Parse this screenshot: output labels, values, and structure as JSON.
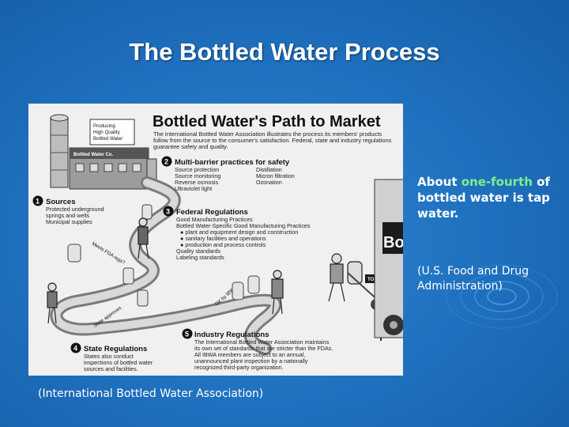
{
  "slide": {
    "title": "The Bottled Water Process",
    "side_text": {
      "prefix": "About ",
      "highlight": "one-fourth",
      "suffix": " of bottled water is tap water.",
      "highlight_color": "#7cf08a"
    },
    "source_note": "(U.S. Food and Drug Administration)",
    "caption": "(International Bottled Water Association)"
  },
  "poster": {
    "title": "Bottled Water's Path to Market",
    "intro": [
      "The International Bottled Water Association illustrates the process its members' products",
      "follow from the source to the consumer's satisfaction. Federal, state and industry regulations",
      "guarantee safety and quality."
    ],
    "factory_sign": "Bottled Water Co.",
    "billboard": [
      "Producing",
      "High Quality",
      "Bottled Water"
    ],
    "steps": {
      "s1": {
        "num": "1",
        "title": "Sources",
        "lines": [
          "Protected underground",
          "springs and wells",
          "Municipal supplies"
        ]
      },
      "s2": {
        "num": "2",
        "title": "Multi-barrier practices for safety",
        "col_left": [
          "Source protection",
          "Source monitoring",
          "Reverse osmosis",
          "Ultraviolet light"
        ],
        "col_right": [
          "Distillation",
          "Micron filtration",
          "Ozonation"
        ]
      },
      "s3": {
        "num": "3",
        "title": "Federal Regulations",
        "lines": [
          "Good Manufacturing Practices",
          "Bottled Water-Specific Good Manufacturing Practices",
          "● plant and equipment design and construction",
          "● sanitary facilities and operations",
          "● production and process controls",
          "Quality standards",
          "Labeling standards"
        ]
      },
      "s4": {
        "num": "4",
        "title": "State Regulations",
        "lines": [
          "States also conduct",
          "inspections of bottled water",
          "sources and facilities."
        ]
      },
      "s5": {
        "num": "5",
        "title": "Industry Regulations",
        "lines": [
          "The International Bottled Water Association maintains",
          "its own set of standards that are stricter than the FDAs.",
          "All IBWA members are subject to an annual,",
          "unannounced plant inspection by a nationally",
          "recognized third-party organization."
        ]
      }
    },
    "path_labels": {
      "fda": "Meets FDA regs?",
      "state": "State approves",
      "ibwa": "OK by IBWA?"
    },
    "market_sign": "TO MARKET",
    "truck_text": "Bo"
  }
}
